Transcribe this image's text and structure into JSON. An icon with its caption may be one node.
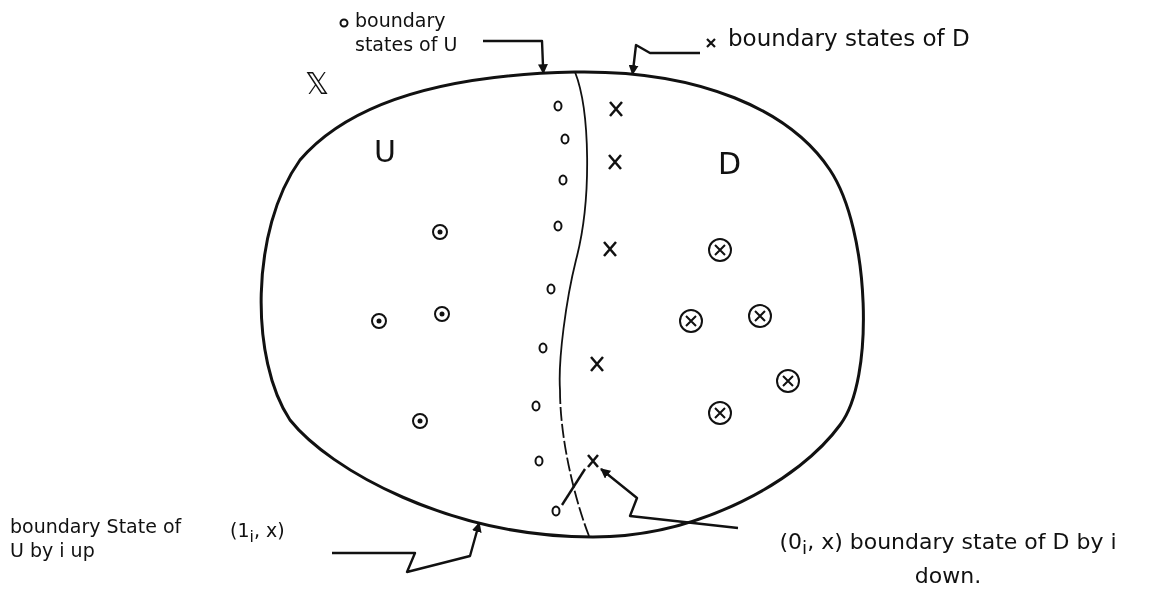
{
  "diagram": {
    "nodes": [
      {
        "text": [
          "𝕏"
        ]
      },
      {
        "text": [
          "U"
        ],
        "in": 0
      },
      {
        "text": [
          "D"
        ],
        "in": 0
      },
      {
        "text": [
          "boundary states of U"
        ]
      },
      {
        "text": [
          "boundary states of D"
        ]
      },
      {
        "text": [
          "boundary State of U by i up",
          "(1$_{i}$, x)"
        ]
      },
      {
        "text": [],
        "shape": "circle",
        "in": 0
      },
      {
        "text": [],
        "shape": "cross",
        "in": 0
      },
      {
        "text": [
          "(0$_{i}$, x) boundary state of D by i down."
        ]
      }
    ],
    "edges": [
      {
        "from": 3,
        "to": 0,
        "arrow": "to"
      },
      {
        "from": 4,
        "to": 0,
        "arrow": "to"
      },
      {
        "from": 5,
        "to": 0,
        "arrow": "to"
      },
      {
        "from": 6,
        "to": 7,
        "arrow": "none"
      },
      {
        "from": 8,
        "to": 7,
        "arrow": "to"
      }
    ]
  }
}
